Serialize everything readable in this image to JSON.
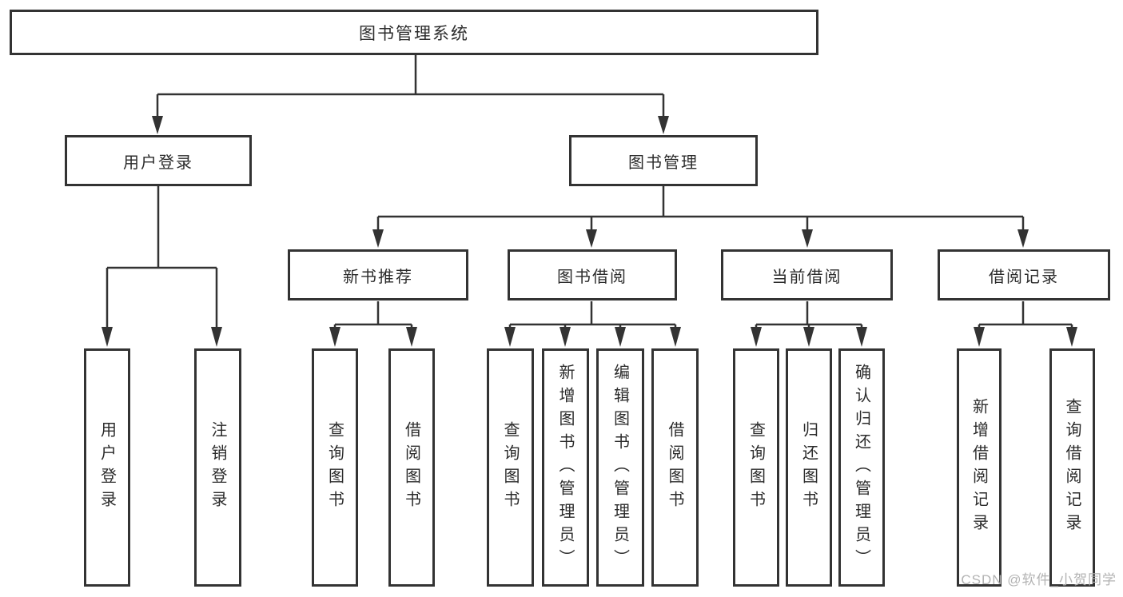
{
  "diagram": {
    "title": "图书管理系统",
    "level2": {
      "user_login": "用户登录",
      "book_mgmt": "图书管理"
    },
    "level3": {
      "new_book_recommend": "新书推荐",
      "book_borrow": "图书借阅",
      "current_borrow": "当前借阅",
      "borrow_records": "借阅记录"
    },
    "leaves": {
      "g1": [
        "用户登录",
        "注销登录"
      ],
      "g2": [
        "查询图书",
        "借阅图书"
      ],
      "g3": [
        "查询图书",
        "新增图书（管理员）",
        "编辑图书（管理员）",
        "借阅图书"
      ],
      "g4": [
        "查询图书",
        "归还图书",
        "确认归还（管理员）"
      ],
      "g5": [
        "新增借阅记录",
        "查询借阅记录"
      ]
    }
  },
  "watermark": {
    "text": "CSDN @软件_小贺同学"
  },
  "colors": {
    "line": "#333333",
    "text": "#2b2b2b",
    "watermark": "#b3b3b3",
    "background": "#ffffff"
  }
}
